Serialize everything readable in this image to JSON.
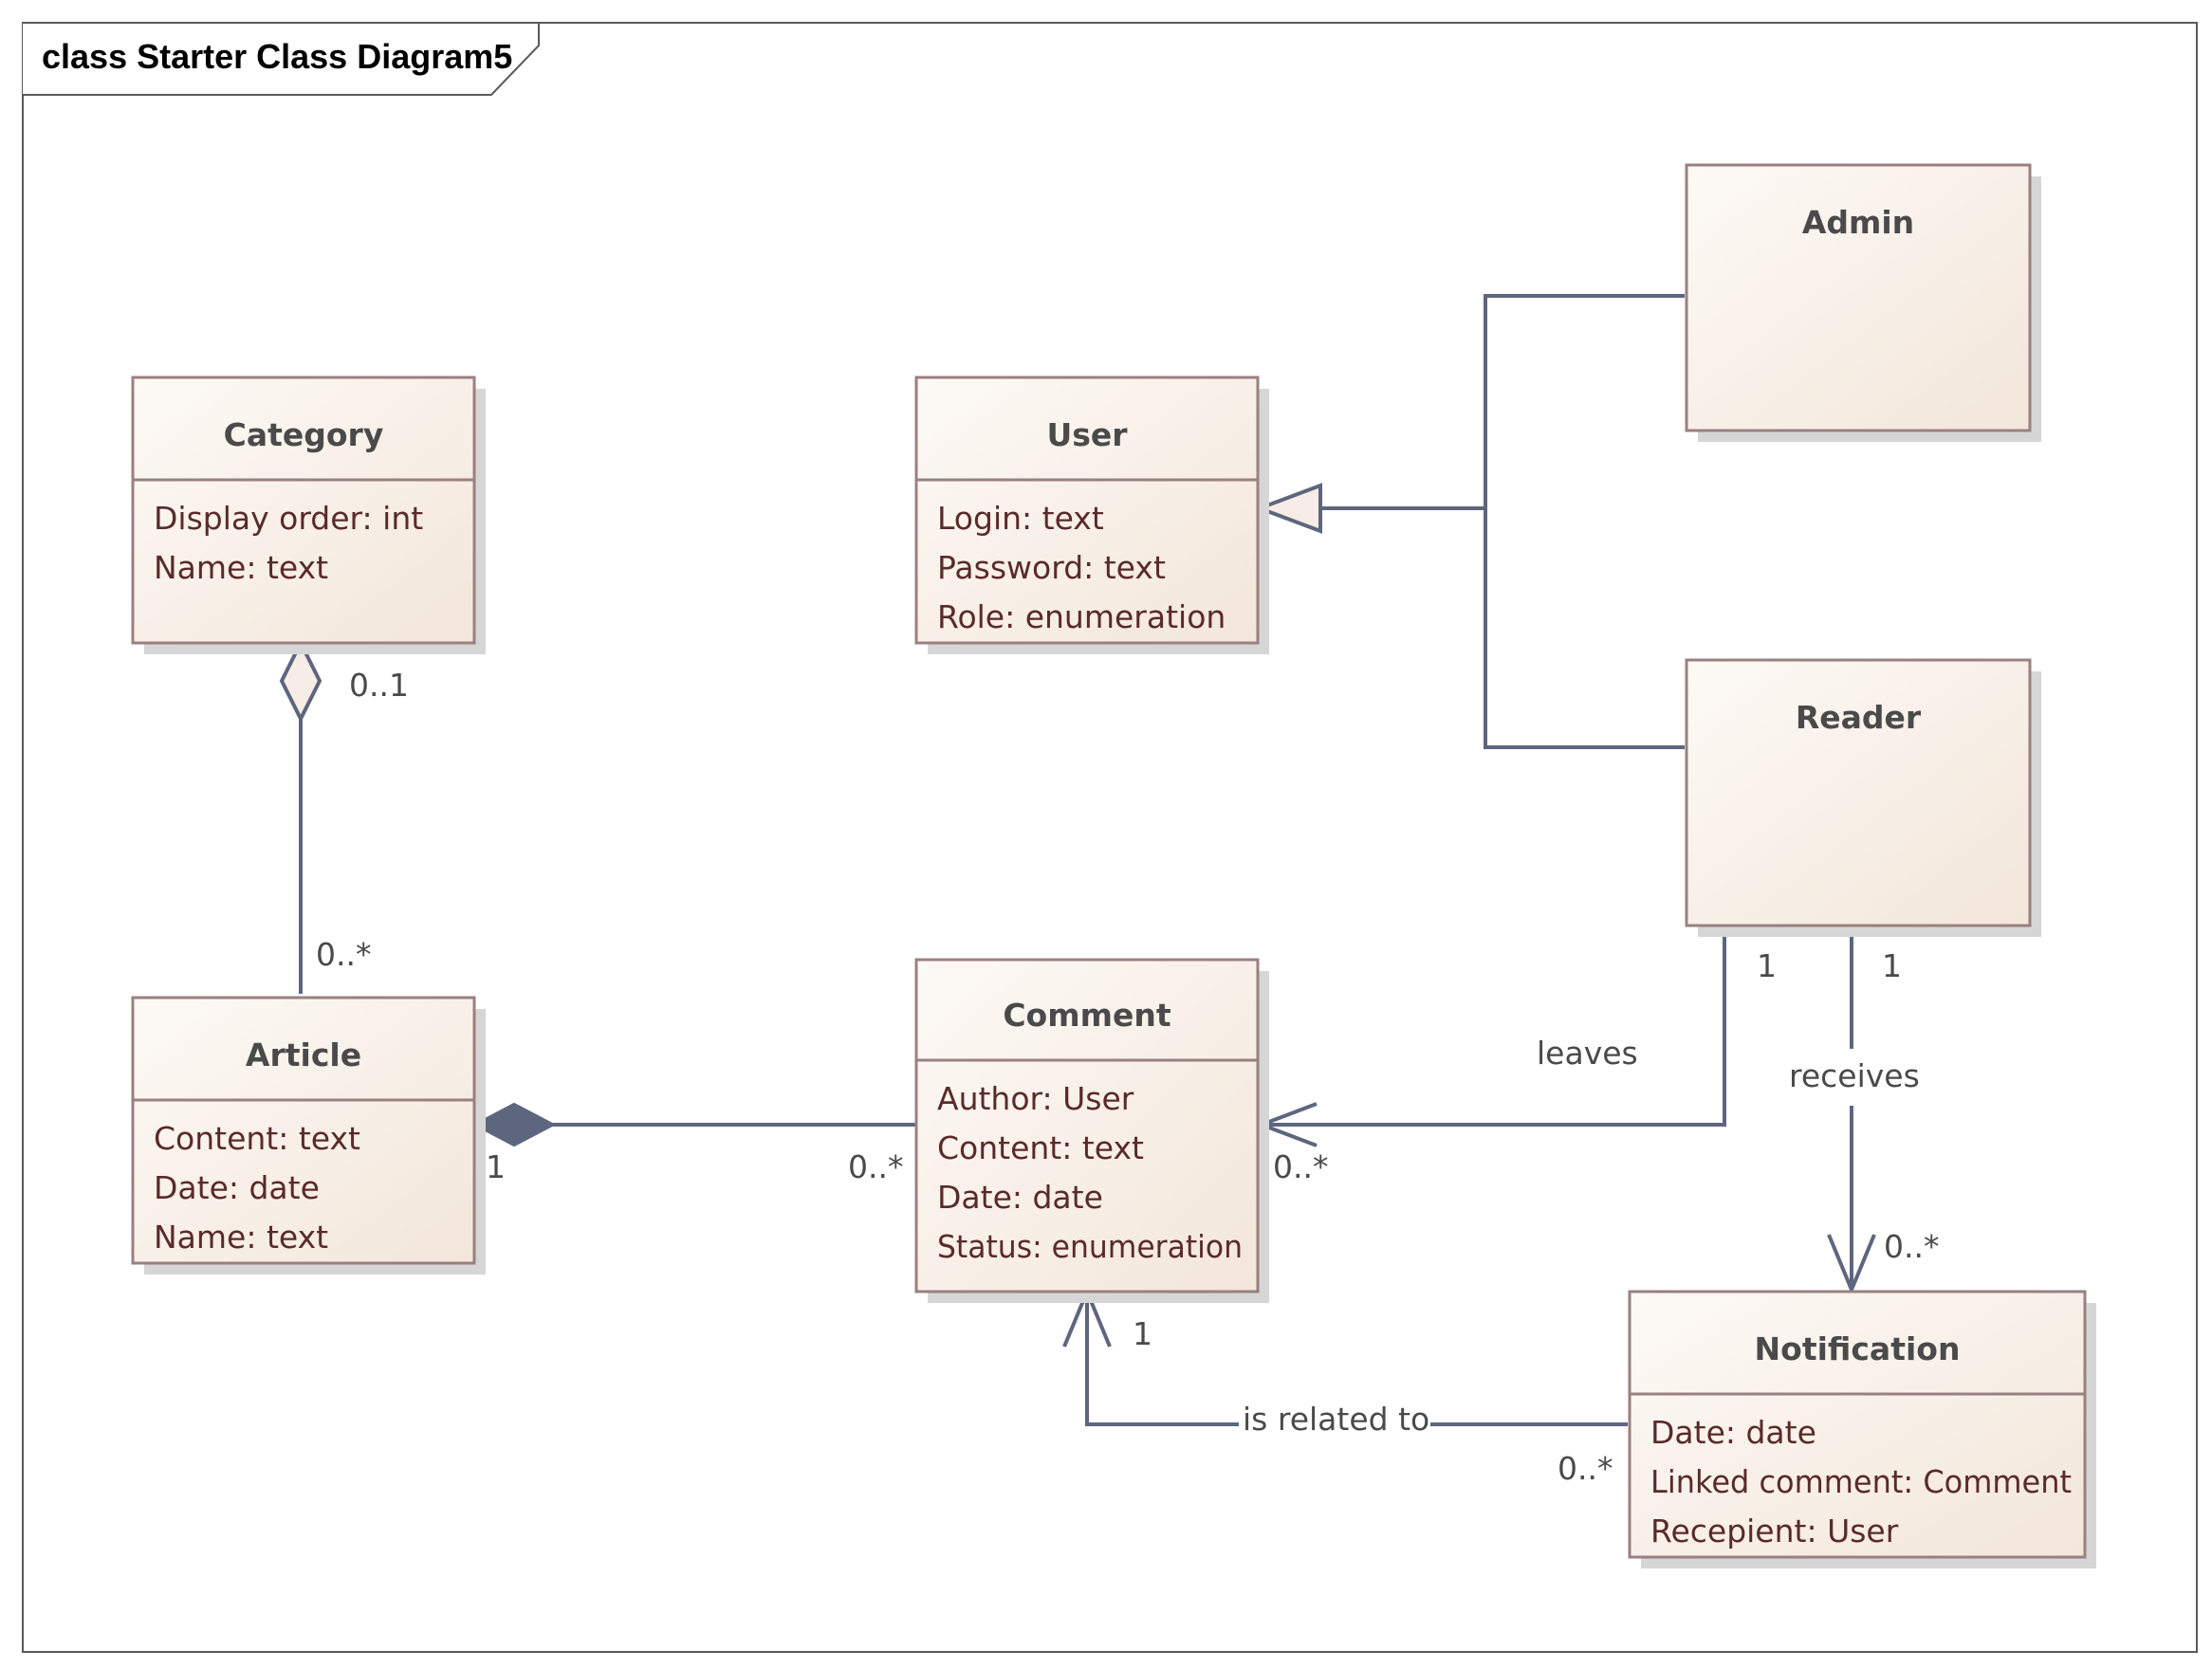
{
  "frame": {
    "title": "class Starter Class Diagram5"
  },
  "classes": {
    "category": {
      "name": "Category",
      "attributes": [
        "Display order: int",
        "Name: text"
      ]
    },
    "user": {
      "name": "User",
      "attributes": [
        "Login: text",
        "Password: text",
        "Role: enumeration"
      ]
    },
    "admin": {
      "name": "Admin"
    },
    "reader": {
      "name": "Reader"
    },
    "article": {
      "name": "Article",
      "attributes": [
        "Content: text",
        "Date: date",
        "Name: text"
      ]
    },
    "comment": {
      "name": "Comment",
      "attributes": [
        "Author: User",
        "Content: text",
        "Date: date",
        "Status: enumeration"
      ]
    },
    "notification": {
      "name": "Notification",
      "attributes": [
        "Date: date",
        "Linked comment: Comment",
        "Recepient: User"
      ]
    }
  },
  "relations": {
    "category_article": {
      "source_mult": "0..1",
      "target_mult": "0..*"
    },
    "article_comment": {
      "source_mult": "1",
      "target_mult": "0..*"
    },
    "reader_comment": {
      "label": "leaves",
      "source_mult": "1",
      "target_mult": "0..*"
    },
    "reader_notification": {
      "label": "receives",
      "source_mult": "1",
      "target_mult": "0..*"
    },
    "notification_comment": {
      "label": "is related to",
      "source_mult": "0..*",
      "target_mult": "1"
    }
  },
  "colors": {
    "edge": "#5d667e",
    "box_border": "#9a8080",
    "box_fill_light": "#fdfaf6",
    "box_fill_dark": "#f3e6da",
    "attribute_text": "#5a2a2a"
  }
}
